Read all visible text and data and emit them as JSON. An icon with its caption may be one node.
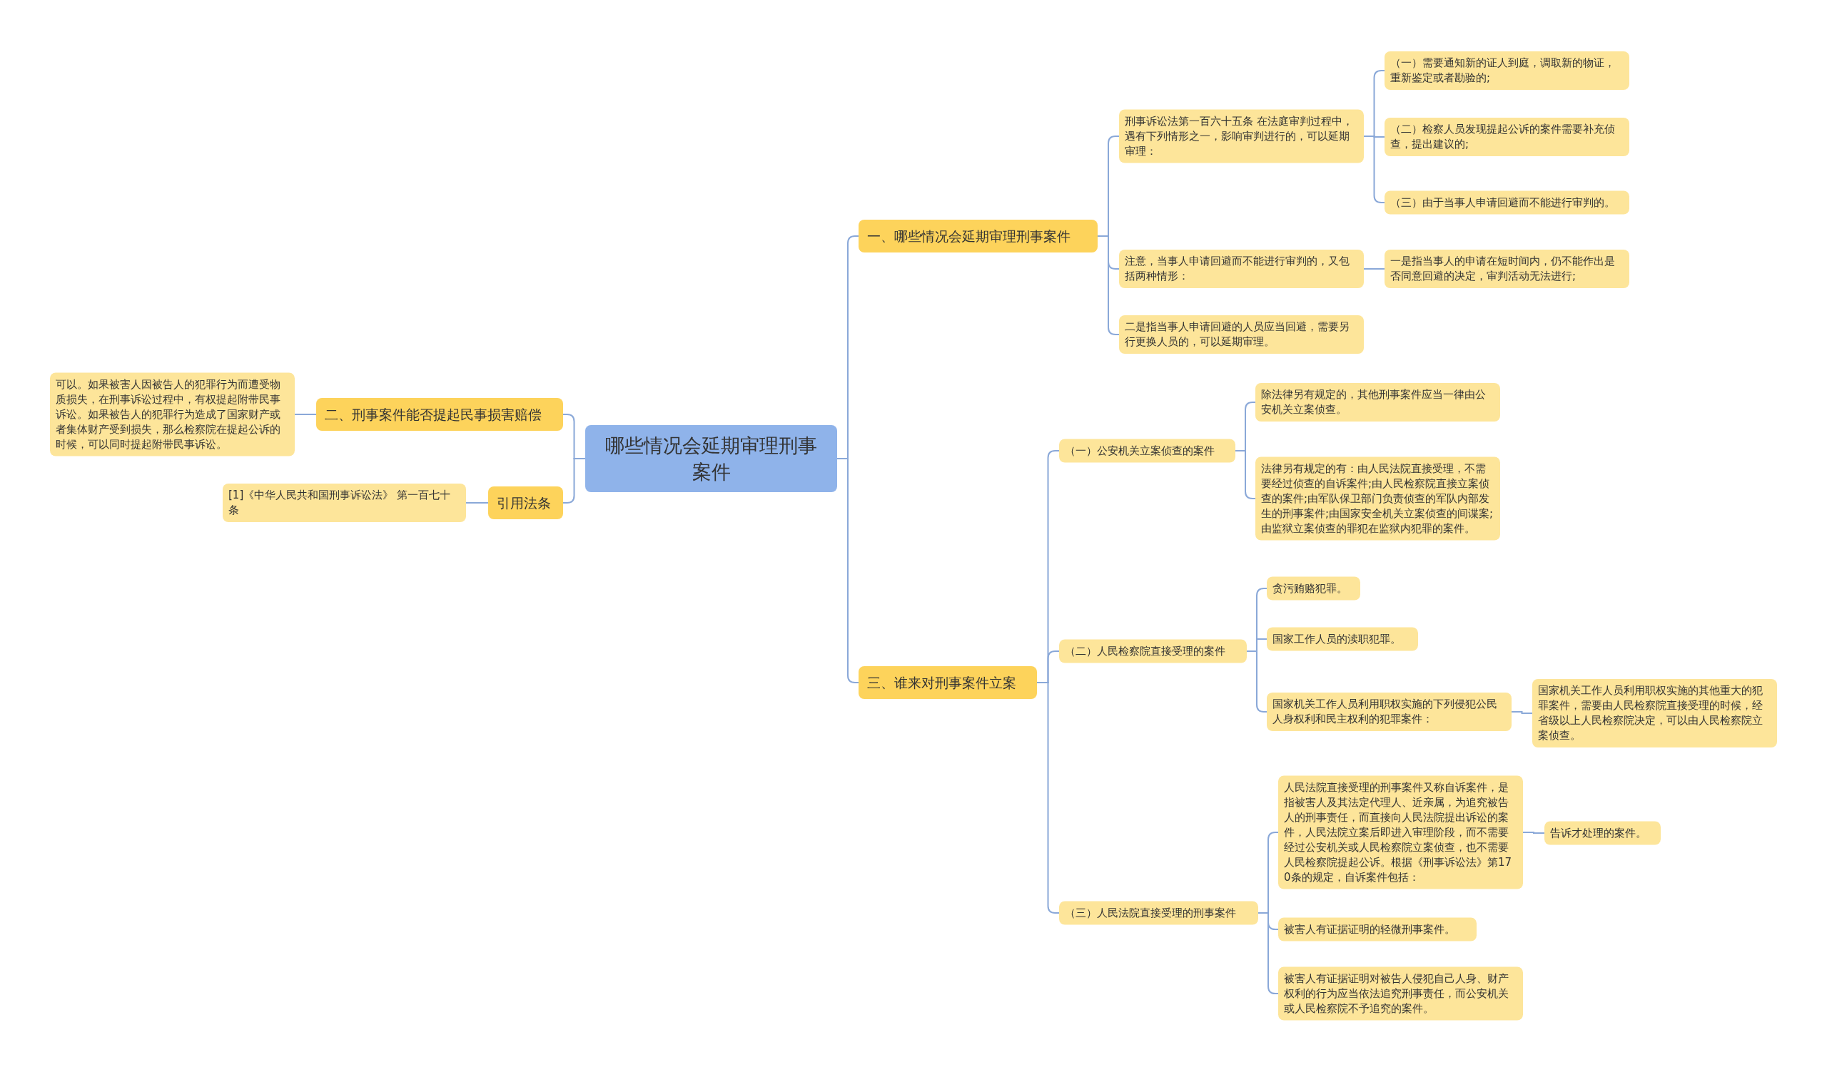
{
  "diagram": {
    "nodes": [
      {
        "text": [
          "哪些情况会延期审理刑事案件"
        ]
      },
      {
        "text": [
          "一、哪些情况会延期审理刑事案件"
        ]
      },
      {
        "text": [
          "刑事诉讼法第一百六十五条 在法庭审判过程中，遇有下列情形之一，影响审判进行的，可以延期审理："
        ]
      },
      {
        "text": [
          "（一）需要通知新的证人到庭，调取新的物证，重新鉴定或者勘验的;"
        ]
      },
      {
        "text": [
          "（二）检察人员发现提起公诉的案件需要补充侦查，提出建议的;"
        ]
      },
      {
        "text": [
          "（三）由于当事人申请回避而不能进行审判的。"
        ]
      },
      {
        "text": [
          "注意，当事人申请回避而不能进行审判的，又包括两种情形："
        ]
      },
      {
        "text": [
          "一是指当事人的申请在短时间内，仍不能作出是否同意回避的决定，审判活动无法进行;"
        ]
      },
      {
        "text": [
          "二是指当事人申请回避的人员应当回避，需要另行更换人员的，可以延期审理。"
        ]
      },
      {
        "text": [
          "三、谁来对刑事案件立案"
        ]
      },
      {
        "text": [
          "（一）公安机关立案侦查的案件"
        ]
      },
      {
        "text": [
          "除法律另有规定的，其他刑事案件应当一律由公安机关立案侦查。"
        ]
      },
      {
        "text": [
          "法律另有规定的有：由人民法院直接受理，不需要经过侦查的自诉案件;由人民检察院直接立案侦查的案件;由军队保卫部门负责侦查的军队内部发生的刑事案件;由国家安全机关立案侦查的间谍案;由监狱立案侦查的罪犯在监狱内犯罪的案件。"
        ]
      },
      {
        "text": [
          "（二）人民检察院直接受理的案件"
        ]
      },
      {
        "text": [
          "贪污贿赂犯罪。"
        ]
      },
      {
        "text": [
          "国家工作人员的渎职犯罪。"
        ]
      },
      {
        "text": [
          "国家机关工作人员利用职权实施的下列侵犯公民人身权利和民主权利的犯罪案件："
        ]
      },
      {
        "text": [
          "国家机关工作人员利用职权实施的其他重大的犯罪案件，需要由人民检察院直接受理的时候，经省级以上人民检察院决定，可以由人民检察院立案侦查。"
        ]
      },
      {
        "text": [
          "（三）人民法院直接受理的刑事案件"
        ]
      },
      {
        "text": [
          "人民法院直接受理的刑事案件又称自诉案件，是指被害人及其法定代理人、近亲属，为追究被告人的刑事责任，而直接向人民法院提出诉讼的案件，人民法院立案后即进入审理阶段，而不需要经过公安机关或人民检察院立案侦查，也不需要人民检察院提起公诉。根据《刑事诉讼法》第170条的规定，自诉案件包括："
        ]
      },
      {
        "text": [
          "告诉才处理的案件。"
        ]
      },
      {
        "text": [
          "被害人有证据证明的轻微刑事案件。"
        ]
      },
      {
        "text": [
          "被害人有证据证明对被告人侵犯自己人身、财产权利的行为应当依法追究刑事责任，而公安机关或人民检察院不予追究的案件。"
        ]
      },
      {
        "text": [
          "二、刑事案件能否提起民事损害赔偿"
        ]
      },
      {
        "text": [
          "可以。如果被害人因被告人的犯罪行为而遭受物质损失，在刑事诉讼过程中，有权提起附带民事诉讼。如果被告人的犯罪行为造成了国家财产或者集体财产受到损失，那么检察院在提起公诉的时候，可以同时提起附带民事诉讼。"
        ]
      },
      {
        "text": [
          "引用法条"
        ]
      },
      {
        "text": [
          "[1]《中华人民共和国刑事诉讼法》 第一百七十条"
        ]
      }
    ],
    "edges": [
      {
        "from": 0,
        "to": 1,
        "arrow": "none"
      },
      {
        "from": 1,
        "to": 2,
        "arrow": "none"
      },
      {
        "from": 2,
        "to": 3,
        "arrow": "none"
      },
      {
        "from": 2,
        "to": 4,
        "arrow": "none"
      },
      {
        "from": 2,
        "to": 5,
        "arrow": "none"
      },
      {
        "from": 1,
        "to": 6,
        "arrow": "none"
      },
      {
        "from": 6,
        "to": 7,
        "arrow": "none"
      },
      {
        "from": 1,
        "to": 8,
        "arrow": "none"
      },
      {
        "from": 0,
        "to": 9,
        "arrow": "none"
      },
      {
        "from": 9,
        "to": 10,
        "arrow": "none"
      },
      {
        "from": 10,
        "to": 11,
        "arrow": "none"
      },
      {
        "from": 10,
        "to": 12,
        "arrow": "none"
      },
      {
        "from": 9,
        "to": 13,
        "arrow": "none"
      },
      {
        "from": 13,
        "to": 14,
        "arrow": "none"
      },
      {
        "from": 13,
        "to": 15,
        "arrow": "none"
      },
      {
        "from": 13,
        "to": 16,
        "arrow": "none"
      },
      {
        "from": 16,
        "to": 17,
        "arrow": "none"
      },
      {
        "from": 9,
        "to": 18,
        "arrow": "none"
      },
      {
        "from": 18,
        "to": 19,
        "arrow": "none"
      },
      {
        "from": 19,
        "to": 20,
        "arrow": "none"
      },
      {
        "from": 18,
        "to": 21,
        "arrow": "none"
      },
      {
        "from": 18,
        "to": 22,
        "arrow": "none"
      },
      {
        "from": 0,
        "to": 23,
        "arrow": "none"
      },
      {
        "from": 23,
        "to": 24,
        "arrow": "none"
      },
      {
        "from": 0,
        "to": 25,
        "arrow": "none"
      },
      {
        "from": 25,
        "to": 26,
        "arrow": "none"
      }
    ]
  }
}
